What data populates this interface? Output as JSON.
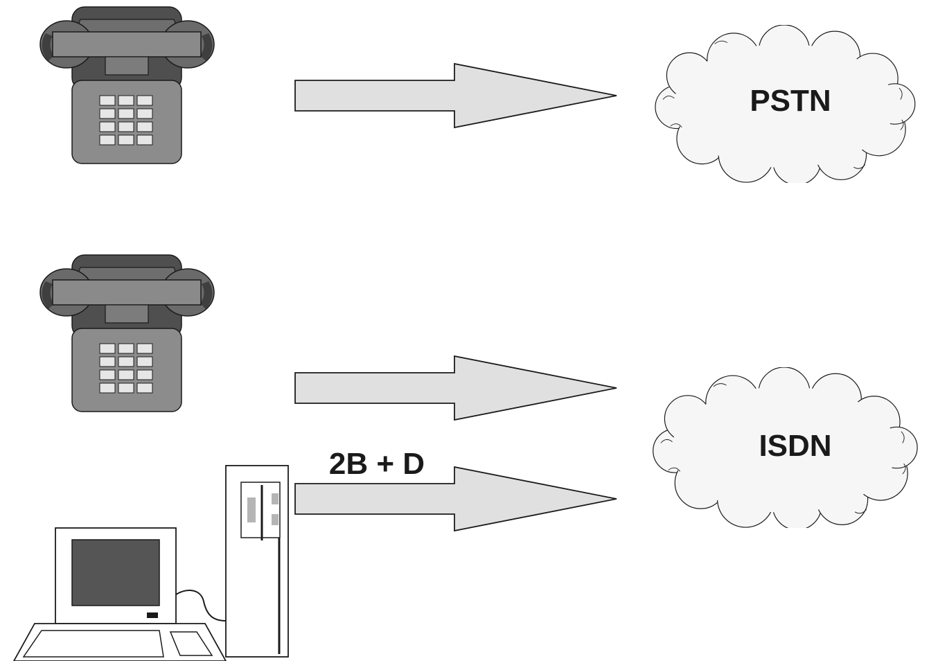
{
  "labels": {
    "pstn": "PSTN",
    "isdn": "ISDN",
    "channel": "2B + D"
  },
  "colors": {
    "phone_body": "#8a8a8a",
    "phone_dark": "#5e5e5e",
    "phone_darker": "#4a4a4a",
    "phone_key": "#e6e6e6",
    "arrow_fill": "#e0e0e0",
    "cloud_fill": "#f7f7f7",
    "outline": "#1a1a1a",
    "screen": "#555555"
  },
  "icons": [
    "telephone-icon",
    "telephone-icon",
    "computer-icon",
    "cloud-icon",
    "cloud-icon"
  ]
}
